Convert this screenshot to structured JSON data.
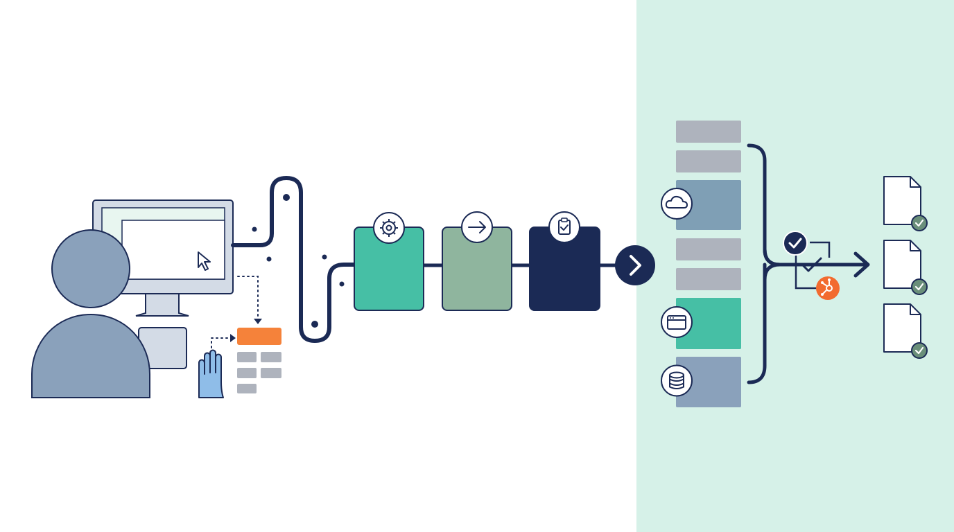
{
  "colors": {
    "navy": "#1b2a55",
    "person": "#8aa1bb",
    "monitor_frame": "#d3dbe6",
    "screen": "#e8f6f0",
    "hand": "#8fbde8",
    "orange": "#f5823a",
    "tile_gray": "#aeb3bd",
    "teal": "#46bfa5",
    "sage": "#8fb59e",
    "slate": "#7f9fb5",
    "mint_panel": "#d6f1e8",
    "check_green": "#6a8f7a",
    "hub_orange": "#f26b2f"
  },
  "icons": {
    "cursor": "cursor-arrow-icon",
    "hand": "hand-icon",
    "gear": "gear-icon",
    "arrow": "arrow-right-icon",
    "clipboard": "clipboard-check-icon",
    "next": "chevron-right-icon",
    "cloud": "cloud-icon",
    "browser": "browser-window-icon",
    "database": "database-icon",
    "check": "check-circle-icon",
    "hub": "hub-sprocket-icon",
    "document": "document-icon"
  },
  "pipeline_stages": [
    {
      "id": "configure",
      "icon": "gear-icon",
      "color": "#46bfa5"
    },
    {
      "id": "transfer",
      "icon": "arrow-right-icon",
      "color": "#8fb59e"
    },
    {
      "id": "verify",
      "icon": "clipboard-check-icon",
      "color": "#1b2a55"
    }
  ],
  "sources": [
    {
      "kind": "plain",
      "color": "#aeb3bd"
    },
    {
      "kind": "plain",
      "color": "#aeb3bd"
    },
    {
      "kind": "cloud",
      "icon": "cloud-icon",
      "color": "#7f9fb5"
    },
    {
      "kind": "plain",
      "color": "#aeb3bd"
    },
    {
      "kind": "plain",
      "color": "#aeb3bd"
    },
    {
      "kind": "web",
      "icon": "browser-window-icon",
      "color": "#46bfa5"
    },
    {
      "kind": "database",
      "icon": "database-icon",
      "color": "#8aa1bb"
    }
  ],
  "outputs": [
    {
      "status": "verified",
      "icon": "document-icon"
    },
    {
      "status": "verified",
      "icon": "document-icon"
    },
    {
      "status": "verified",
      "icon": "document-icon"
    }
  ]
}
